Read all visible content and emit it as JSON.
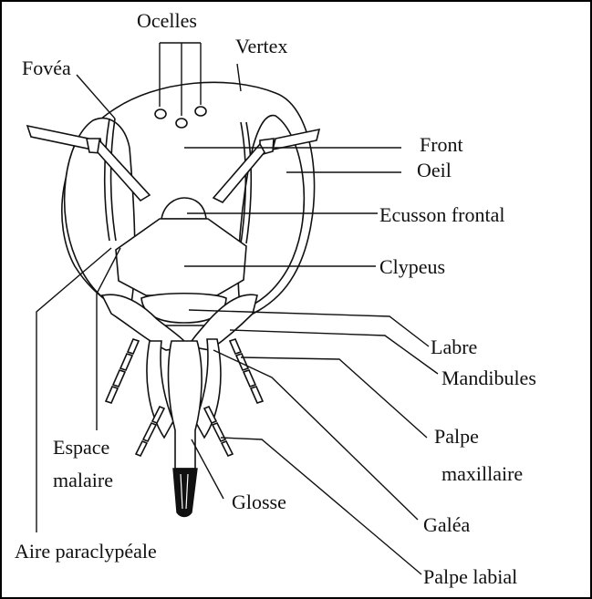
{
  "labels": {
    "ocelles": "Ocelles",
    "vertex": "Vertex",
    "fovea": "Fovéa",
    "front": "Front",
    "oeil": "Oeil",
    "ecusson": "Ecusson frontal",
    "clypeus": "Clypeus",
    "labre": "Labre",
    "mandibules": "Mandibules",
    "palpe_max_1": "Palpe",
    "palpe_max_2": "maxillaire",
    "espace_1": "Espace",
    "espace_2": "malaire",
    "glosse": "Glosse",
    "galea": "Galéa",
    "aire": "Aire paraclypéale",
    "palpe_labial": "Palpe labial"
  }
}
